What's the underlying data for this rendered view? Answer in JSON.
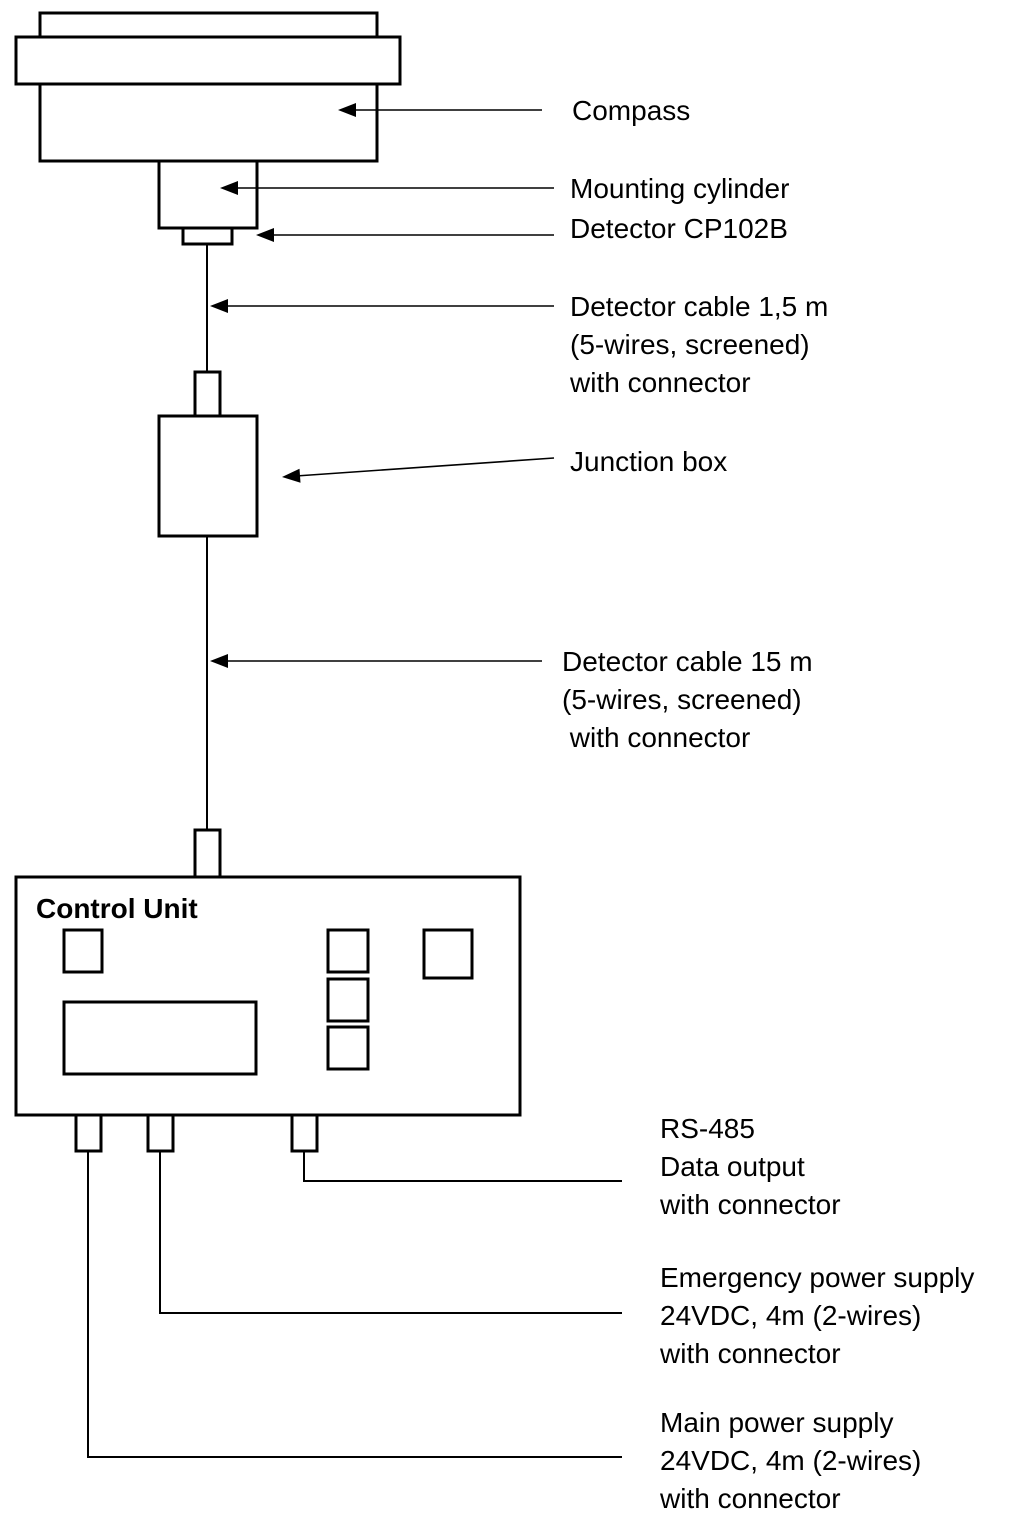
{
  "labels": {
    "compass": "Compass",
    "mounting_cylinder": "Mounting cylinder",
    "detector": "Detector CP102B",
    "detector_cable_short": [
      "Detector cable 1,5 m",
      "(5-wires, screened)",
      "with connector"
    ],
    "junction_box": "Junction box",
    "detector_cable_long": [
      "Detector cable 15 m",
      "(5-wires, screened)",
      " with connector"
    ],
    "control_unit": "Control Unit",
    "rs485": [
      "RS-485",
      "Data output",
      "with connector"
    ],
    "emergency_power": [
      "Emergency power supply",
      "24VDC, 4m (2-wires)",
      "with connector"
    ],
    "main_power": [
      "Main power supply",
      "24VDC, 4m (2-wires)",
      "with connector"
    ]
  }
}
